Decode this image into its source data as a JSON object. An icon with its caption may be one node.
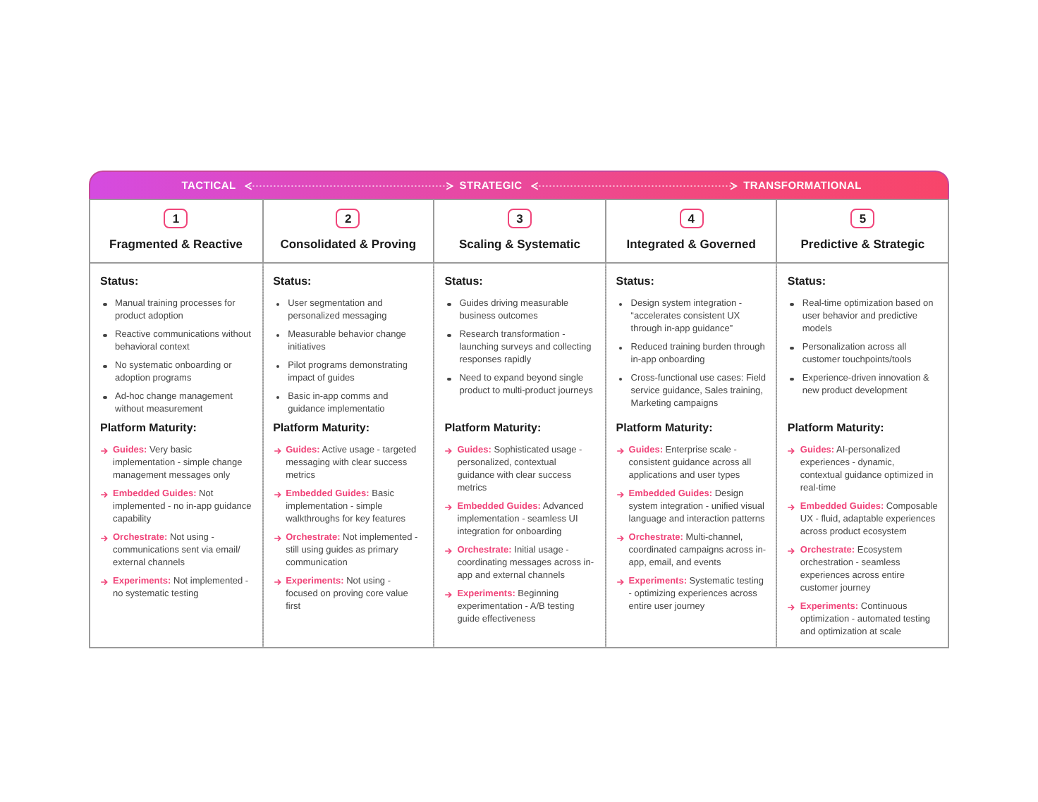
{
  "diagram": {
    "nodes": [
      {
        "text": [],
        "shape": "bar"
      },
      {
        "text": [
          "TACTICAL"
        ],
        "in": 0
      },
      {
        "text": [
          "STRATEGIC"
        ],
        "in": 0
      },
      {
        "text": [
          "TRANSFORMATIONAL"
        ],
        "in": 0
      },
      {
        "text": [
          "Fragmented & Reactive"
        ]
      },
      {
        "text": [
          "1"
        ],
        "in": 4
      },
      {
        "text": [
          "Status:",
          "Manual training processes for product adoption",
          "Reactive communications without behavioral context",
          "No systematic onboarding or adoption programs",
          "Ad-hoc change management without measurement"
        ]
      },
      {
        "text": [
          "Platform Maturity:",
          "**Guides:** Very basic implementation - simple change management messages only",
          "**Embedded Guides:** Not implemented - no in-app guidance capability",
          "**Orchestrate:** Not using - communications sent via email/ external channels",
          "**Experiments:** Not implemented - no systematic testing"
        ]
      },
      {
        "text": [
          "Consolidated & Proving"
        ]
      },
      {
        "text": [
          "2"
        ],
        "in": 8
      },
      {
        "text": [
          "Status:",
          "User segmentation and personalized messaging",
          "Measurable behavior change initiatives",
          "Pilot programs demonstrating impact of guides",
          "Basic in-app comms and guidance implementatio"
        ]
      },
      {
        "text": [
          "Platform Maturity:",
          "**Guides:** Active usage - targeted messaging with clear success metrics",
          "**Embedded Guides:** Basic implementation - simple walkthroughs for key features",
          "**Orchestrate:** Not implemented - still using guides as primary communication",
          "**Experiments:** Not using - focused on proving core value first"
        ]
      },
      {
        "text": [
          "Scaling & Systematic"
        ]
      },
      {
        "text": [
          "3"
        ],
        "in": 12
      },
      {
        "text": [
          "Status:",
          "Guides driving measurable business outcomes",
          "Research transformation - launching surveys and collecting responses rapidly",
          "Need to expand beyond single product to multi-product journeys"
        ]
      },
      {
        "text": [
          "Platform Maturity:",
          "**Guides:** Sophisticated usage - personalized, contextual guidance with clear success metrics",
          "**Embedded Guides:** Advanced implementation - seamless UI integration for onboarding",
          "**Orchestrate:** Initial usage - coordinating messages across in-app and external channels",
          "**Experiments:** Beginning experimentation - A/B testing guide effectiveness"
        ]
      },
      {
        "text": [
          "Integrated & Governed"
        ]
      },
      {
        "text": [
          "4"
        ],
        "in": 16
      },
      {
        "text": [
          "Status:",
          "Design system integration - “accelerates consistent UX through in-app guidance”",
          "Reduced training burden through in-app onboarding",
          "Cross-functional use cases: Field service guidance, Sales training, Marketing campaigns"
        ]
      },
      {
        "text": [
          "Platform Maturity:",
          "**Guides:** Enterprise scale - consistent guidance across all applications and user types",
          "**Embedded Guides:** Design system integration - unified visual language and interaction patterns",
          "**Orchestrate:** Multi-channel, coordinated campaigns across in-app, email, and events",
          "**Experiments:** Systematic testing - optimizing experiences across entire user journey"
        ]
      },
      {
        "text": [
          "Predictive & Strategic"
        ]
      },
      {
        "text": [
          "5"
        ],
        "in": 20
      },
      {
        "text": [
          "Status:",
          "Real-time optimization based on user behavior and predictive models",
          "Personalization across all customer touchpoints/tools",
          "Experience-driven innovation & new product development"
        ]
      },
      {
        "text": [
          "Platform Maturity:",
          "**Guides:** AI-personalized experiences - dynamic, contextual guidance optimized in real-time",
          "**Embedded Guides:** Composable UX - fluid, adaptable experiences across product ecosystem",
          "**Orchestrate:** Ecosystem orchestration - seamless experiences across entire customer journey",
          "**Experiments:** Continuous optimization - automated testing and optimization at scale"
        ]
      }
    ],
    "edges": [
      {
        "from": 1,
        "to": 2,
        "arrow": "both",
        "style": "dashed"
      },
      {
        "from": 2,
        "to": 3,
        "arrow": "both",
        "style": "dashed"
      }
    ]
  }
}
